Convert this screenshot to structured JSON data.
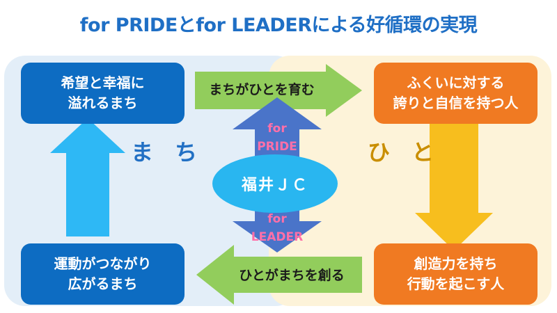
{
  "title": "for PRIDEとfor LEADERによる好循環の実現",
  "colors": {
    "title": "#1f6fc5",
    "machi_box": "#0d6cc2",
    "hito_box": "#f07a22",
    "green_arrow": "#92cd5c",
    "blue_arrow": "#2eb8f5",
    "yellow_arrow": "#f7be1e",
    "center_arrow": "#4a74c9",
    "center_ellipse": "#29b6f0",
    "pride_text": "#ff6fa8"
  },
  "machi": {
    "label": "ま ち",
    "top_box": [
      "希望と幸福に",
      "溢れるまち"
    ],
    "bottom_box": [
      "運動がつながり",
      "広がるまち"
    ]
  },
  "hito": {
    "label": "ひ と",
    "top_box": [
      "ふくいに対する",
      "誇りと自信を持つ人"
    ],
    "bottom_box": [
      "創造力を持ち",
      "行動を起こす人"
    ]
  },
  "center": {
    "label": "福井ＪＣ",
    "pride": [
      "for",
      "PRIDE"
    ],
    "leader": [
      "for",
      "LEADER"
    ]
  },
  "flows": {
    "machi_to_hito": "まちがひとを育む",
    "hito_to_machi": "ひとがまちを創る"
  }
}
